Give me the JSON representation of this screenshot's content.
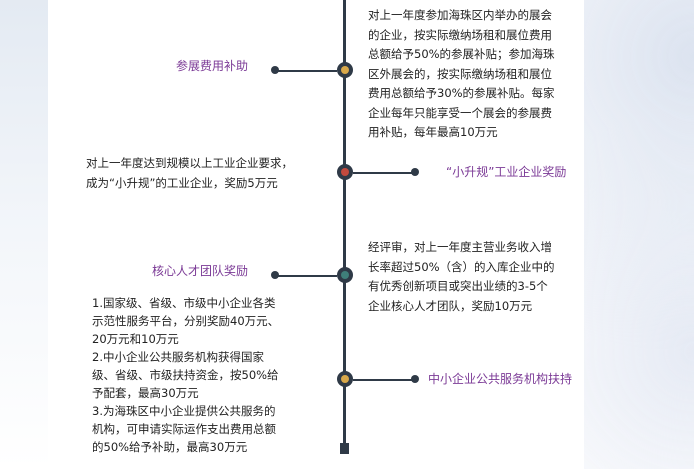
{
  "colors": {
    "spine": "#2f3a47",
    "label": "#7b3a96",
    "node_gold": "#d9a94a",
    "node_red": "#c24a3e",
    "node_teal": "#3f7f7a"
  },
  "items": [
    {
      "label": "参展费用补助",
      "node_color": "#d9a94a",
      "text_lines": [
        "对上一年度参加海珠区内举办的展会",
        "的企业，按实际缴纳场租和展位费用",
        "总额给予50%的参展补贴；参加海珠",
        "区外展会的，按实际缴纳场租和展位",
        "费用总额给予30%的参展补贴。每家",
        "企业每年只能享受一个展会的参展费",
        "用补贴，每年最高10万元"
      ]
    },
    {
      "label": "“小升规”工业企业奖励",
      "node_color": "#c24a3e",
      "text_lines": [
        "对上一年度达到规模以上工业企业要求，",
        "成为“小升规”的工业企业，奖励5万元"
      ]
    },
    {
      "label": "核心人才团队奖励",
      "node_color": "#3f7f7a",
      "text_lines": [
        "经评审，对上一年度主营业务收入增",
        "长率超过50%（含）的入库企业中的",
        "有优秀创新项目或突出业绩的3-5个",
        "企业核心人才团队，奖励10万元"
      ]
    },
    {
      "label": "中小企业公共服务机构扶持",
      "node_color": "#d9a94a",
      "text_lines": [
        "1.国家级、省级、市级中小企业各类",
        "示范性服务平台，分别奖励40万元、",
        "20万元和10万元",
        "2.中小企业公共服务机构获得国家",
        "级、省级、市级扶持资金，按50%给",
        "予配套，最高30万元",
        "3.为海珠区中小企业提供公共服务的",
        "机构，可申请实际运作支出费用总额",
        "的50%给予补助，最高30万元"
      ]
    }
  ]
}
